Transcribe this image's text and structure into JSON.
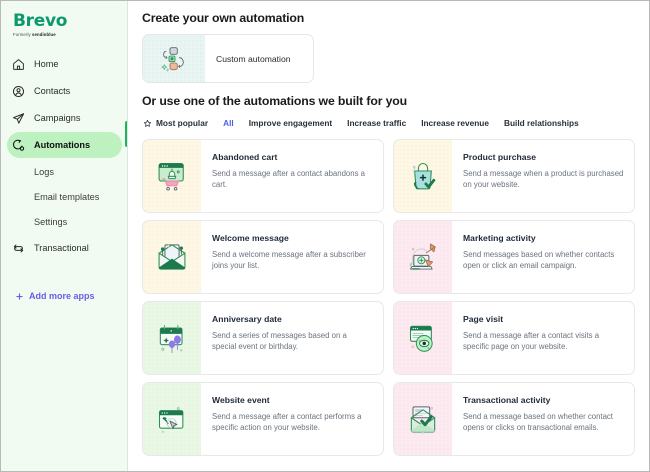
{
  "brand": {
    "logo_text": "Brevo",
    "logo_tagline_prefix": "Formerly ",
    "logo_tagline_brand": "sendinblue",
    "logo_color": "#0b996e",
    "accent_active": "#19b559",
    "accent_link": "#6b5ce7",
    "tab_active_color": "#4a60e8"
  },
  "sidebar": {
    "items": [
      {
        "label": "Home",
        "icon": "home-icon",
        "active": false
      },
      {
        "label": "Contacts",
        "icon": "contacts-icon",
        "active": false
      },
      {
        "label": "Campaigns",
        "icon": "paper-plane-icon",
        "active": false
      },
      {
        "label": "Automations",
        "icon": "automations-icon",
        "active": true
      }
    ],
    "sub_items": [
      {
        "label": "Logs"
      },
      {
        "label": "Email templates"
      },
      {
        "label": "Settings"
      }
    ],
    "transactional": {
      "label": "Transactional",
      "icon": "sync-icon"
    },
    "add_more_apps": {
      "label": "Add more apps",
      "icon": "plus-icon"
    }
  },
  "main": {
    "heading_create": "Create your own automation",
    "heading_prebuilt": "Or use one of the automations we built for you",
    "custom_card": {
      "label": "Custom automation",
      "icon": "custom-automation-icon",
      "thumb_color": "#e8f5f3"
    },
    "tabs": [
      {
        "label": "Most popular",
        "icon": "star-icon",
        "active": false
      },
      {
        "label": "All",
        "icon": "",
        "active": true
      },
      {
        "label": "Improve engagement",
        "icon": "",
        "active": false
      },
      {
        "label": "Increase traffic",
        "icon": "",
        "active": false
      },
      {
        "label": "Increase revenue",
        "icon": "",
        "active": false
      },
      {
        "label": "Build relationships",
        "icon": "",
        "active": false
      }
    ],
    "cards": [
      {
        "title": "Abandoned cart",
        "description": "Send a message after a contact abandons a cart.",
        "icon": "abandoned-cart-icon",
        "thumb_color": "#fdf7e3"
      },
      {
        "title": "Product purchase",
        "description": "Send a message when a product is purchased on your website.",
        "icon": "product-purchase-icon",
        "thumb_color": "#fdf7e3"
      },
      {
        "title": "Welcome message",
        "description": "Send a welcome message after a subscriber joins your list.",
        "icon": "welcome-message-icon",
        "thumb_color": "#fdf7e3"
      },
      {
        "title": "Marketing activity",
        "description": "Send messages based on whether contacts open or click an email campaign.",
        "icon": "marketing-activity-icon",
        "thumb_color": "#fdeaf1"
      },
      {
        "title": "Anniversary date",
        "description": "Send a series of messages based on a special event or birthday.",
        "icon": "anniversary-date-icon",
        "thumb_color": "#e9f8e4"
      },
      {
        "title": "Page visit",
        "description": "Send a message after a contact visits a specific page on your website.",
        "icon": "page-visit-icon",
        "thumb_color": "#fdeaf1"
      },
      {
        "title": "Website event",
        "description": "Send a message after a contact performs a specific action on your website.",
        "icon": "website-event-icon",
        "thumb_color": "#e9f8e4"
      },
      {
        "title": "Transactional activity",
        "description": "Send a message based on whether contact opens or clicks on transactional emails.",
        "icon": "transactional-activity-icon",
        "thumb_color": "#fdeaf1"
      }
    ]
  }
}
